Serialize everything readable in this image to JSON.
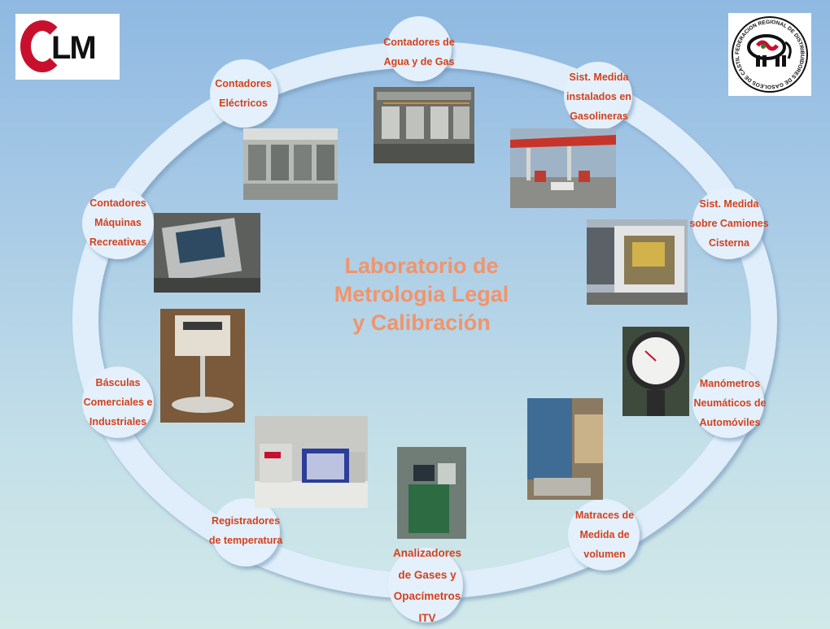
{
  "title": "Laboratorio de\nMetrologia Legal\ny Calibración",
  "logos": {
    "clm_text": "LM",
    "federation_text": "FEDERACION REGIONAL DE DISTRIBUIDORES DE GASOLEOS DE CASTILLA Y LEON"
  },
  "nodes": [
    {
      "id": "agua-gas",
      "label": "Contadores  de\nAgua y de Gas"
    },
    {
      "id": "gasolineras",
      "label": "Sist. Medida\ninstalados en\nGasolineras"
    },
    {
      "id": "camiones",
      "label": "Sist. Medida\nsobre Camiones\nCisterna"
    },
    {
      "id": "manometros",
      "label": "Manómetros\nNeumáticos  de\nAutomóviles"
    },
    {
      "id": "matraces",
      "label": "Matraces  de\nMedida de\nvolumen"
    },
    {
      "id": "analizadores",
      "label": "Analizadores\nde Gases y\nOpacímetros\nITV"
    },
    {
      "id": "registradores",
      "label": "Registradores\nde  temperatura"
    },
    {
      "id": "basculas",
      "label": "Básculas\nComerciales e\nIndustriales"
    },
    {
      "id": "recreativas",
      "label": "Contadores\nMáquinas\nRecreativas"
    },
    {
      "id": "electricos",
      "label": "Contadores\nEléctricos"
    }
  ],
  "colors": {
    "label": "#d2421e",
    "title": "#f1946b",
    "ring": "#e2effb"
  }
}
